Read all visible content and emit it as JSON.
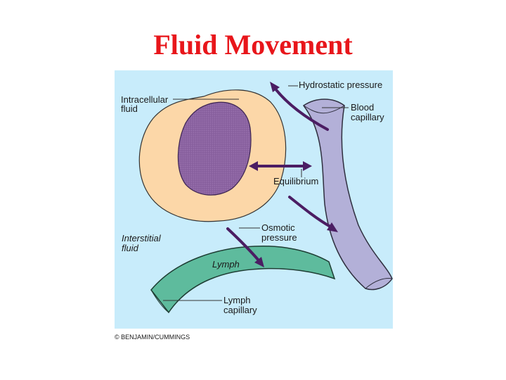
{
  "slide": {
    "title": "Fluid Movement"
  },
  "diagram": {
    "labels": {
      "intracellular_line1": "Intracellular",
      "intracellular_line2": "fluid",
      "hydrostatic": "Hydrostatic pressure",
      "blood_line1": "Blood",
      "blood_line2": "capillary",
      "equilibrium": "Equilibrium",
      "osmotic_line1": "Osmotic",
      "osmotic_line2": "pressure",
      "interstitial_line1": "Interstitial",
      "interstitial_line2": "fluid",
      "lymph": "Lymph",
      "lymph_cap_line1": "Lymph",
      "lymph_cap_line2": "capillary"
    },
    "credit": "© BENJAMIN/CUMMINGS",
    "colors": {
      "title": "#e8161b",
      "interstitial_background": "#c8ecfb",
      "cell_cytoplasm": "#fcd7a8",
      "nucleus": "#8d65a3",
      "blood_capillary": "#b3b0d8",
      "lymph_capillary": "#5ebb9d",
      "arrows": "#4b1d63"
    }
  }
}
